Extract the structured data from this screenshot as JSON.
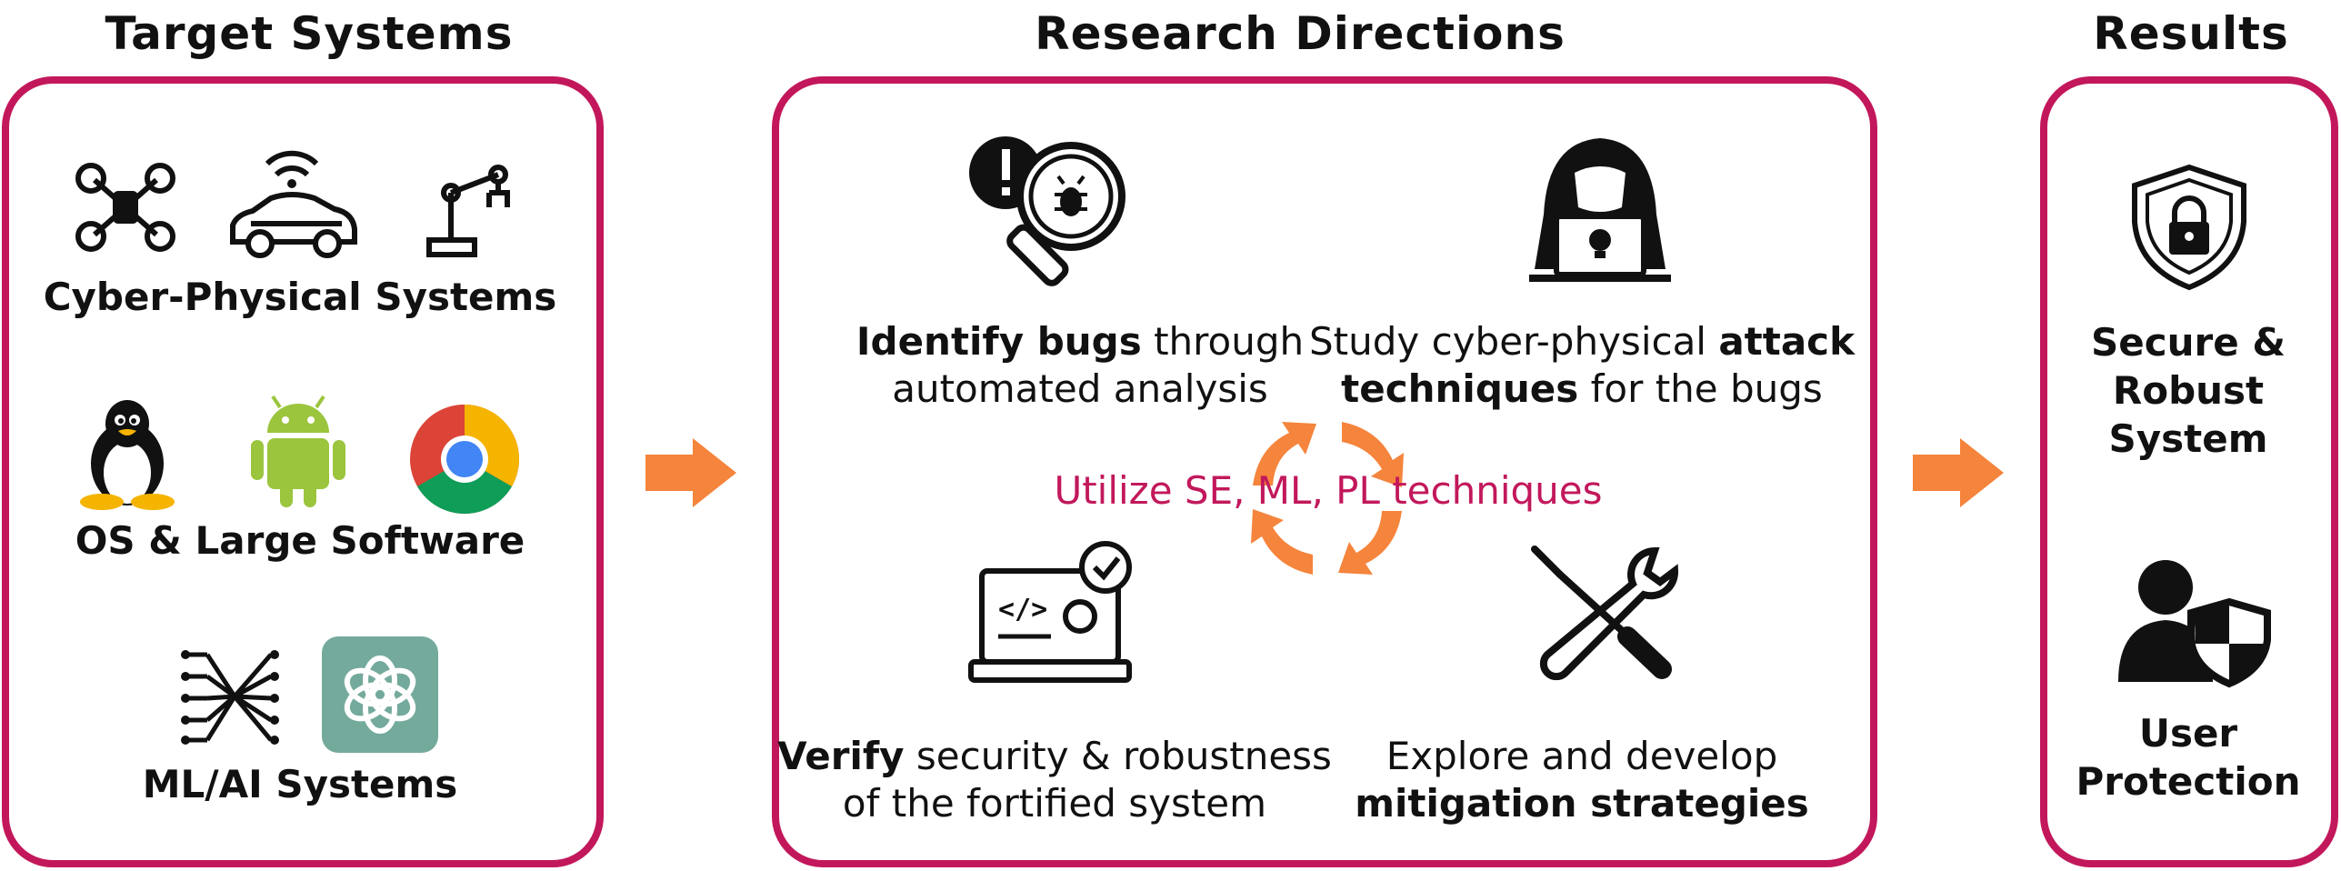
{
  "columns": {
    "targets_title": "Target Systems",
    "research_title": "Research Directions",
    "results_title": "Results"
  },
  "targets": {
    "cps_label": "Cyber-Physical Systems",
    "os_label": "OS & Large Software",
    "ml_label": "ML/AI Systems"
  },
  "research": {
    "identify": {
      "bold": "Identify bugs",
      "rest1": " through",
      "line2": "automated analysis"
    },
    "study": {
      "line1a": "Study cyber-physical ",
      "line1b": "attack",
      "line2a": "techniques",
      "line2b": " for the bugs"
    },
    "center": "Utilize SE, ML, PL techniques",
    "verify": {
      "bold": "Verify",
      "rest1": " security & robustness",
      "line2": "of the fortified system"
    },
    "explore": {
      "line1": "Explore and develop",
      "line2": "mitigation strategies"
    }
  },
  "results": {
    "secure": [
      "Secure &",
      "Robust",
      "System"
    ],
    "user": [
      "User",
      "Protection"
    ]
  },
  "colors": {
    "frame": "#c2185b",
    "arrow": "#f5843c",
    "accent": "#c2185b",
    "android": "#9bc53d",
    "openai_bg": "#74aa9c"
  }
}
